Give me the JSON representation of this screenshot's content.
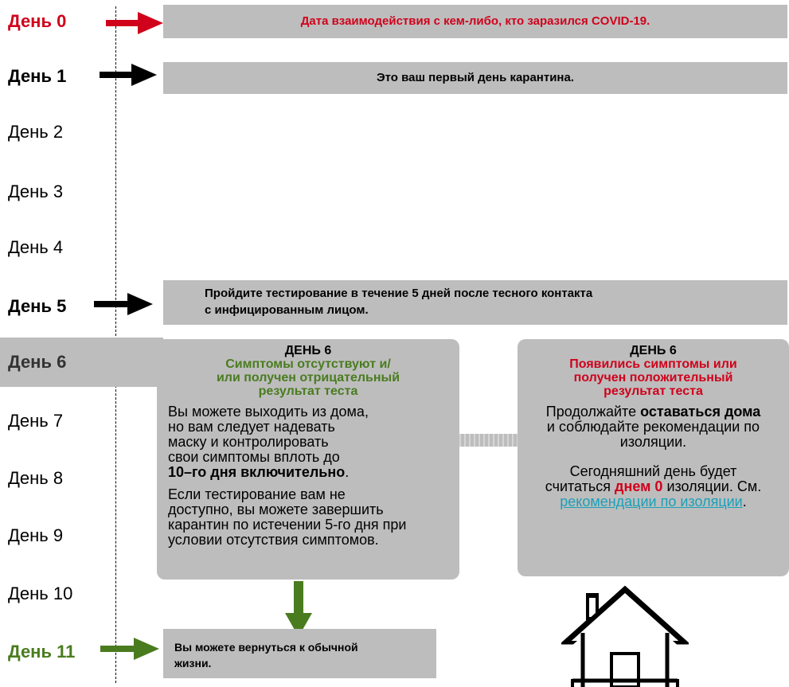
{
  "days": [
    {
      "label": "День 0",
      "style": "red-bold"
    },
    {
      "label": "День 1",
      "style": "bold"
    },
    {
      "label": "День 2",
      "style": "normal"
    },
    {
      "label": "День 3",
      "style": "normal"
    },
    {
      "label": "День 4",
      "style": "normal"
    },
    {
      "label": "День 5",
      "style": "bold"
    },
    {
      "label": "День 6",
      "style": "bold-highlight"
    },
    {
      "label": "День 7",
      "style": "normal"
    },
    {
      "label": "День 8",
      "style": "normal"
    },
    {
      "label": "День 9",
      "style": "normal"
    },
    {
      "label": "День 10",
      "style": "normal"
    },
    {
      "label": "День 11",
      "style": "green-bold"
    }
  ],
  "banners": {
    "day0": "Дата взаимодействия с кем-либо, кто заразился COVID-19.",
    "day1": "Это ваш первый день карантина.",
    "day5_line1": "Пройдите тестирование в течение 5 дней после тесного контакта",
    "day5_line2": "с инфицированным лицом.",
    "day11_line1": "Вы можете вернуться к обычной",
    "day11_line2": "жизни."
  },
  "negative_box": {
    "heading": "ДЕНЬ 6",
    "subheading_1": "Симптомы отсутствуют и/",
    "subheading_2": "или получен отрицательный",
    "subheading_3": "результат теста",
    "p1_line1": "Вы можете выходить из дома,",
    "p1_line2": "но вам следует надевать",
    "p1_line3": "маску и контролировать",
    "p1_line4": "свои симптомы вплоть до",
    "p1_bold": "10–го дня включительно",
    "p1_end": ".",
    "p2_line1": "Если тестирование вам не",
    "p2_line2": "доступно, вы можете завершить",
    "p2_line3": "карантин по истечении 5-го дня при",
    "p2_line4": "условии отсутствия симптомов."
  },
  "positive_box": {
    "heading": "ДЕНЬ 6",
    "subheading_1": "Появились симптомы или",
    "subheading_2": "получен положительный",
    "subheading_3": "результат теста",
    "p1_pre": "Продолжайте ",
    "p1_bold": "оставаться дома",
    "p1_line2": "и соблюдайте рекомендации по",
    "p1_line3": "изоляции.",
    "p2_line1": "Сегодняшний день будет",
    "p2_pre": "считаться ",
    "p2_red": "днем 0",
    "p2_post": " изоляции. См.",
    "p2_link": "рекомендации по изоляции",
    "p2_end": "."
  },
  "colors": {
    "red": "#d0021b",
    "green": "#4a7c1f",
    "gray": "#bdbdbd",
    "link": "#1aa0b8"
  },
  "icons": [
    "right-arrow-icon",
    "down-arrow-icon",
    "house-icon"
  ]
}
